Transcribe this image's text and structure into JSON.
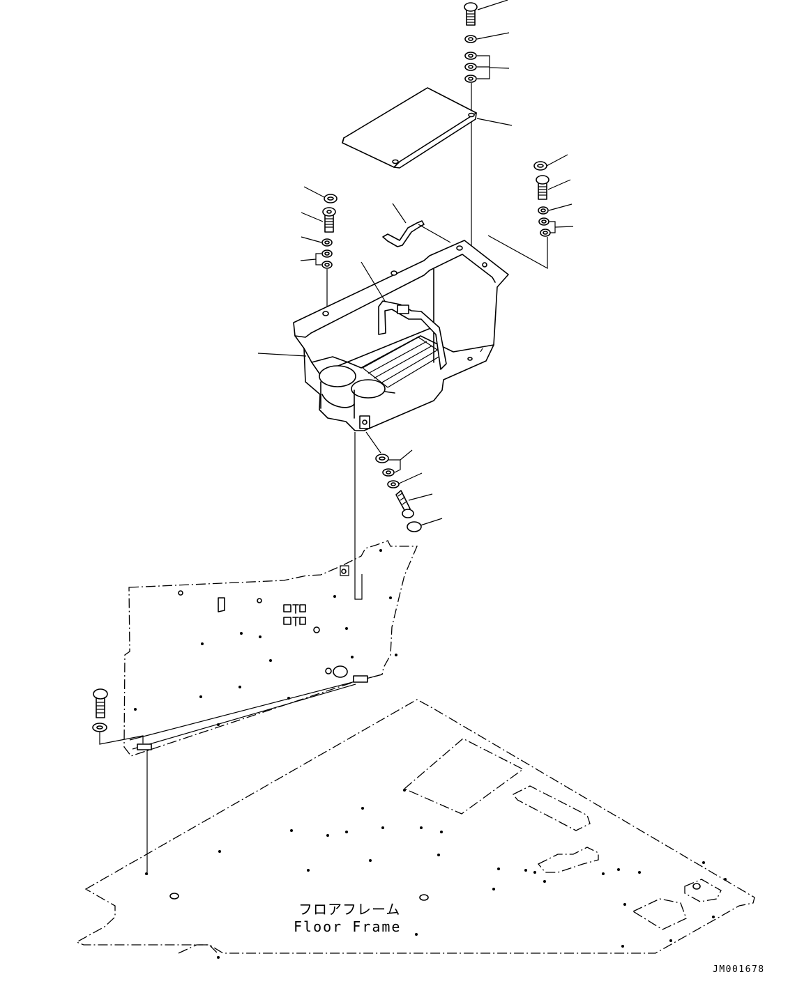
{
  "labels": {
    "floor_frame_jp": "フロアフレーム",
    "floor_frame_en": "Floor Frame",
    "drawing_number": "JM001678"
  }
}
